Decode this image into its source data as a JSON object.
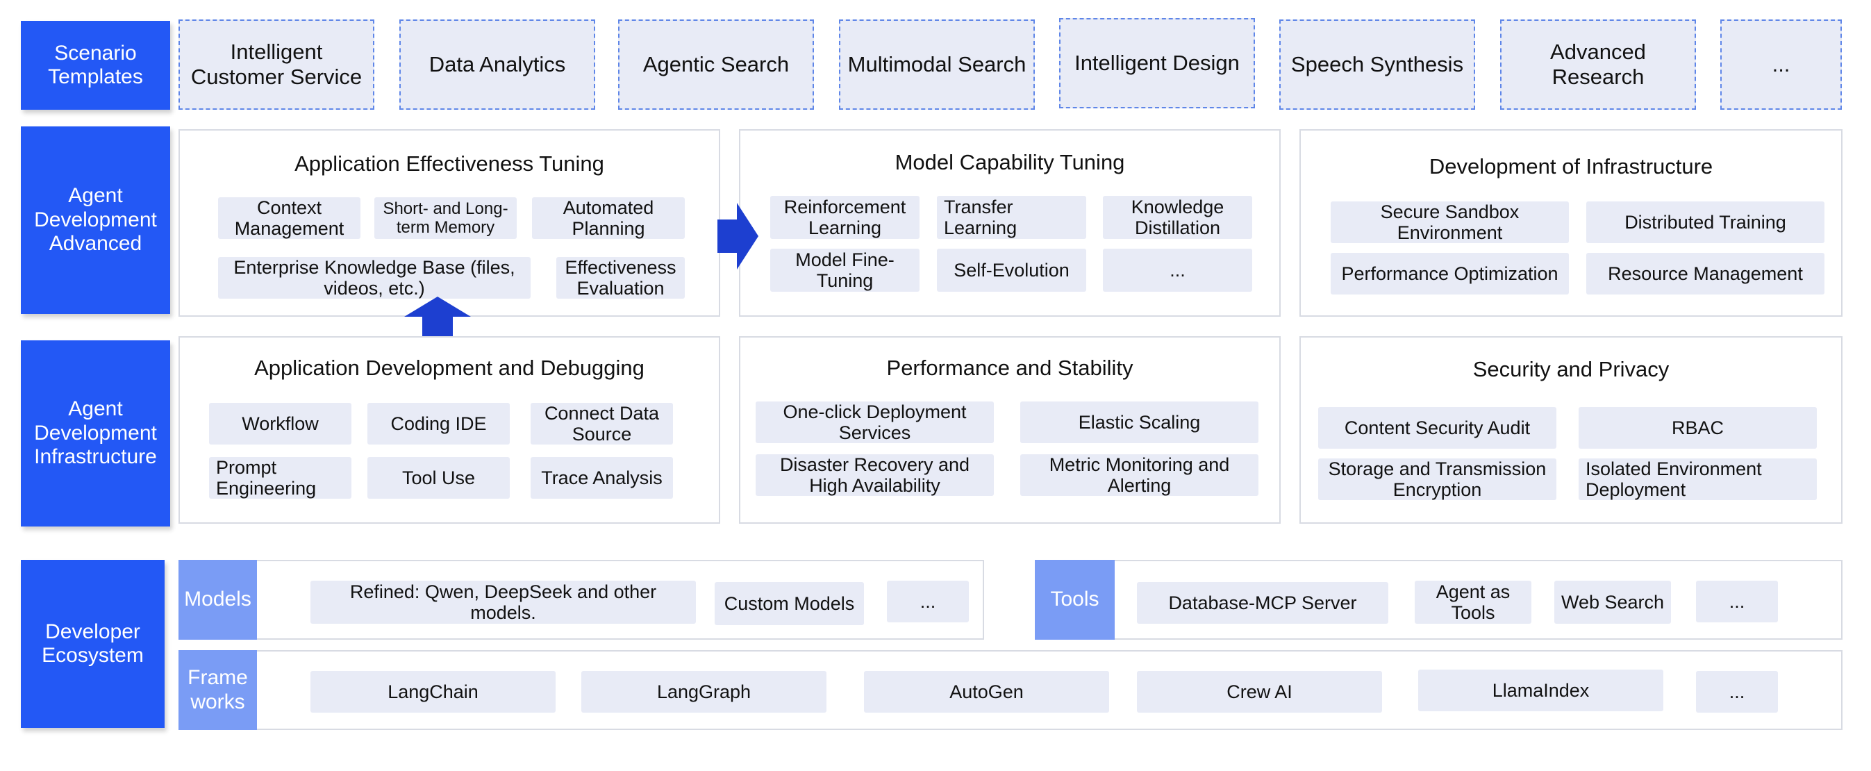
{
  "scenario": {
    "label": "Scenario Templates",
    "templates": [
      "Intelligent Customer Service",
      "Data Analytics",
      "Agentic Search",
      "Multimodal Search",
      "Intelligent Design",
      "Speech Synthesis",
      "Advanced Research",
      "..."
    ]
  },
  "advanced": {
    "label": "Agent Development Advanced",
    "app_tuning": {
      "title": "Application Effectiveness Tuning",
      "items": [
        "Context Management",
        "Short- and Long-term Memory",
        "Automated Planning",
        "Enterprise Knowledge Base (files, videos, etc.)",
        "Effectiveness Evaluation"
      ]
    },
    "model_tuning": {
      "title": "Model Capability Tuning",
      "items": [
        "Reinforcement Learning",
        "Transfer Learning",
        "Knowledge Distillation",
        "Model Fine-Tuning",
        "Self-Evolution",
        "..."
      ]
    },
    "infra_dev": {
      "title": "Development of Infrastructure",
      "items": [
        "Secure Sandbox Environment",
        "Distributed Training",
        "Performance Optimization",
        "Resource Management"
      ]
    }
  },
  "infrastructure": {
    "label": "Agent Development Infrastructure",
    "app_dev": {
      "title": "Application Development and Debugging",
      "items": [
        "Workflow",
        "Coding IDE",
        "Connect Data Source",
        "Prompt Engineering",
        "Tool Use",
        "Trace Analysis"
      ]
    },
    "performance": {
      "title": "Performance and Stability",
      "items": [
        "One-click Deployment Services",
        "Elastic Scaling",
        "Disaster Recovery and High Availability",
        "Metric Monitoring and Alerting"
      ]
    },
    "security": {
      "title": "Security and Privacy",
      "items": [
        "Content Security Audit",
        "RBAC",
        "Storage and Transmission Encryption",
        "Isolated Environment Deployment"
      ]
    }
  },
  "ecosystem": {
    "label": "Developer Ecosystem",
    "models": {
      "label": "Models",
      "items": [
        "Refined: Qwen, DeepSeek and other models.",
        "Custom Models",
        "..."
      ]
    },
    "tools": {
      "label": "Tools",
      "items": [
        "Database-MCP Server",
        "Agent as Tools",
        "Web Search",
        "..."
      ]
    },
    "frameworks": {
      "label": "Frame works",
      "items": [
        "LangChain",
        "LangGraph",
        "AutoGen",
        "Crew AI",
        "LlamaIndex",
        "..."
      ]
    }
  },
  "colors": {
    "primary": "#2358f5",
    "secondary": "#7a9cf5",
    "chip": "#e8ebf6",
    "arrow": "#1d3fd0"
  }
}
